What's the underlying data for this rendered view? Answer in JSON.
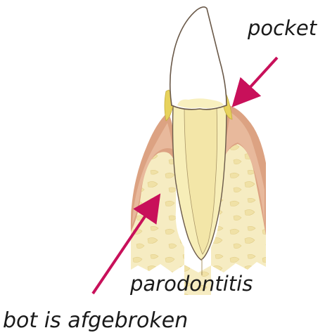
{
  "labels": {
    "pocket": "pocket",
    "parodontitis": "parodontitis",
    "bone": "bot is afgebroken"
  },
  "colors": {
    "arrow": "#c8105a",
    "enamel": "#ffffff",
    "dentin": "#f7eeb8",
    "pulp": "#f3e6a8",
    "bone": "#f6ecc2",
    "gum": "#dca282",
    "gum_light": "#ebbfa2",
    "outline": "#6b5a4a",
    "tartar": "#e7d25c"
  },
  "icons": {
    "pocket_arrow": "arrow-down-left",
    "bone_arrow": "arrow-up-right"
  }
}
